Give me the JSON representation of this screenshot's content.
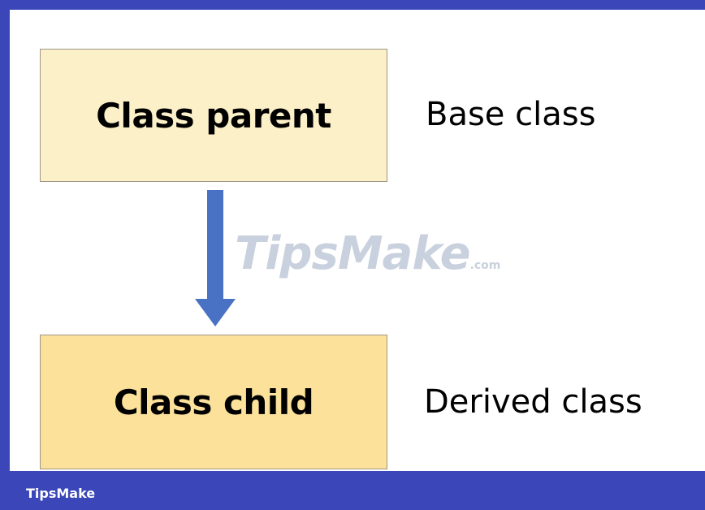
{
  "diagram": {
    "parent_box_text": "Class parent",
    "child_box_text": "Class child",
    "parent_side_label": "Base class",
    "child_side_label": "Derived class",
    "arrow_direction": "down",
    "arrow_color": "#4A72C4"
  },
  "watermark": {
    "text": "TipsMake",
    "suffix": ".com"
  },
  "footer": {
    "brand": "TipsMake"
  },
  "colors": {
    "frame": "#3B47B9",
    "parent_box_fill": "#FCF0C8",
    "child_box_fill": "#FBE19A"
  }
}
